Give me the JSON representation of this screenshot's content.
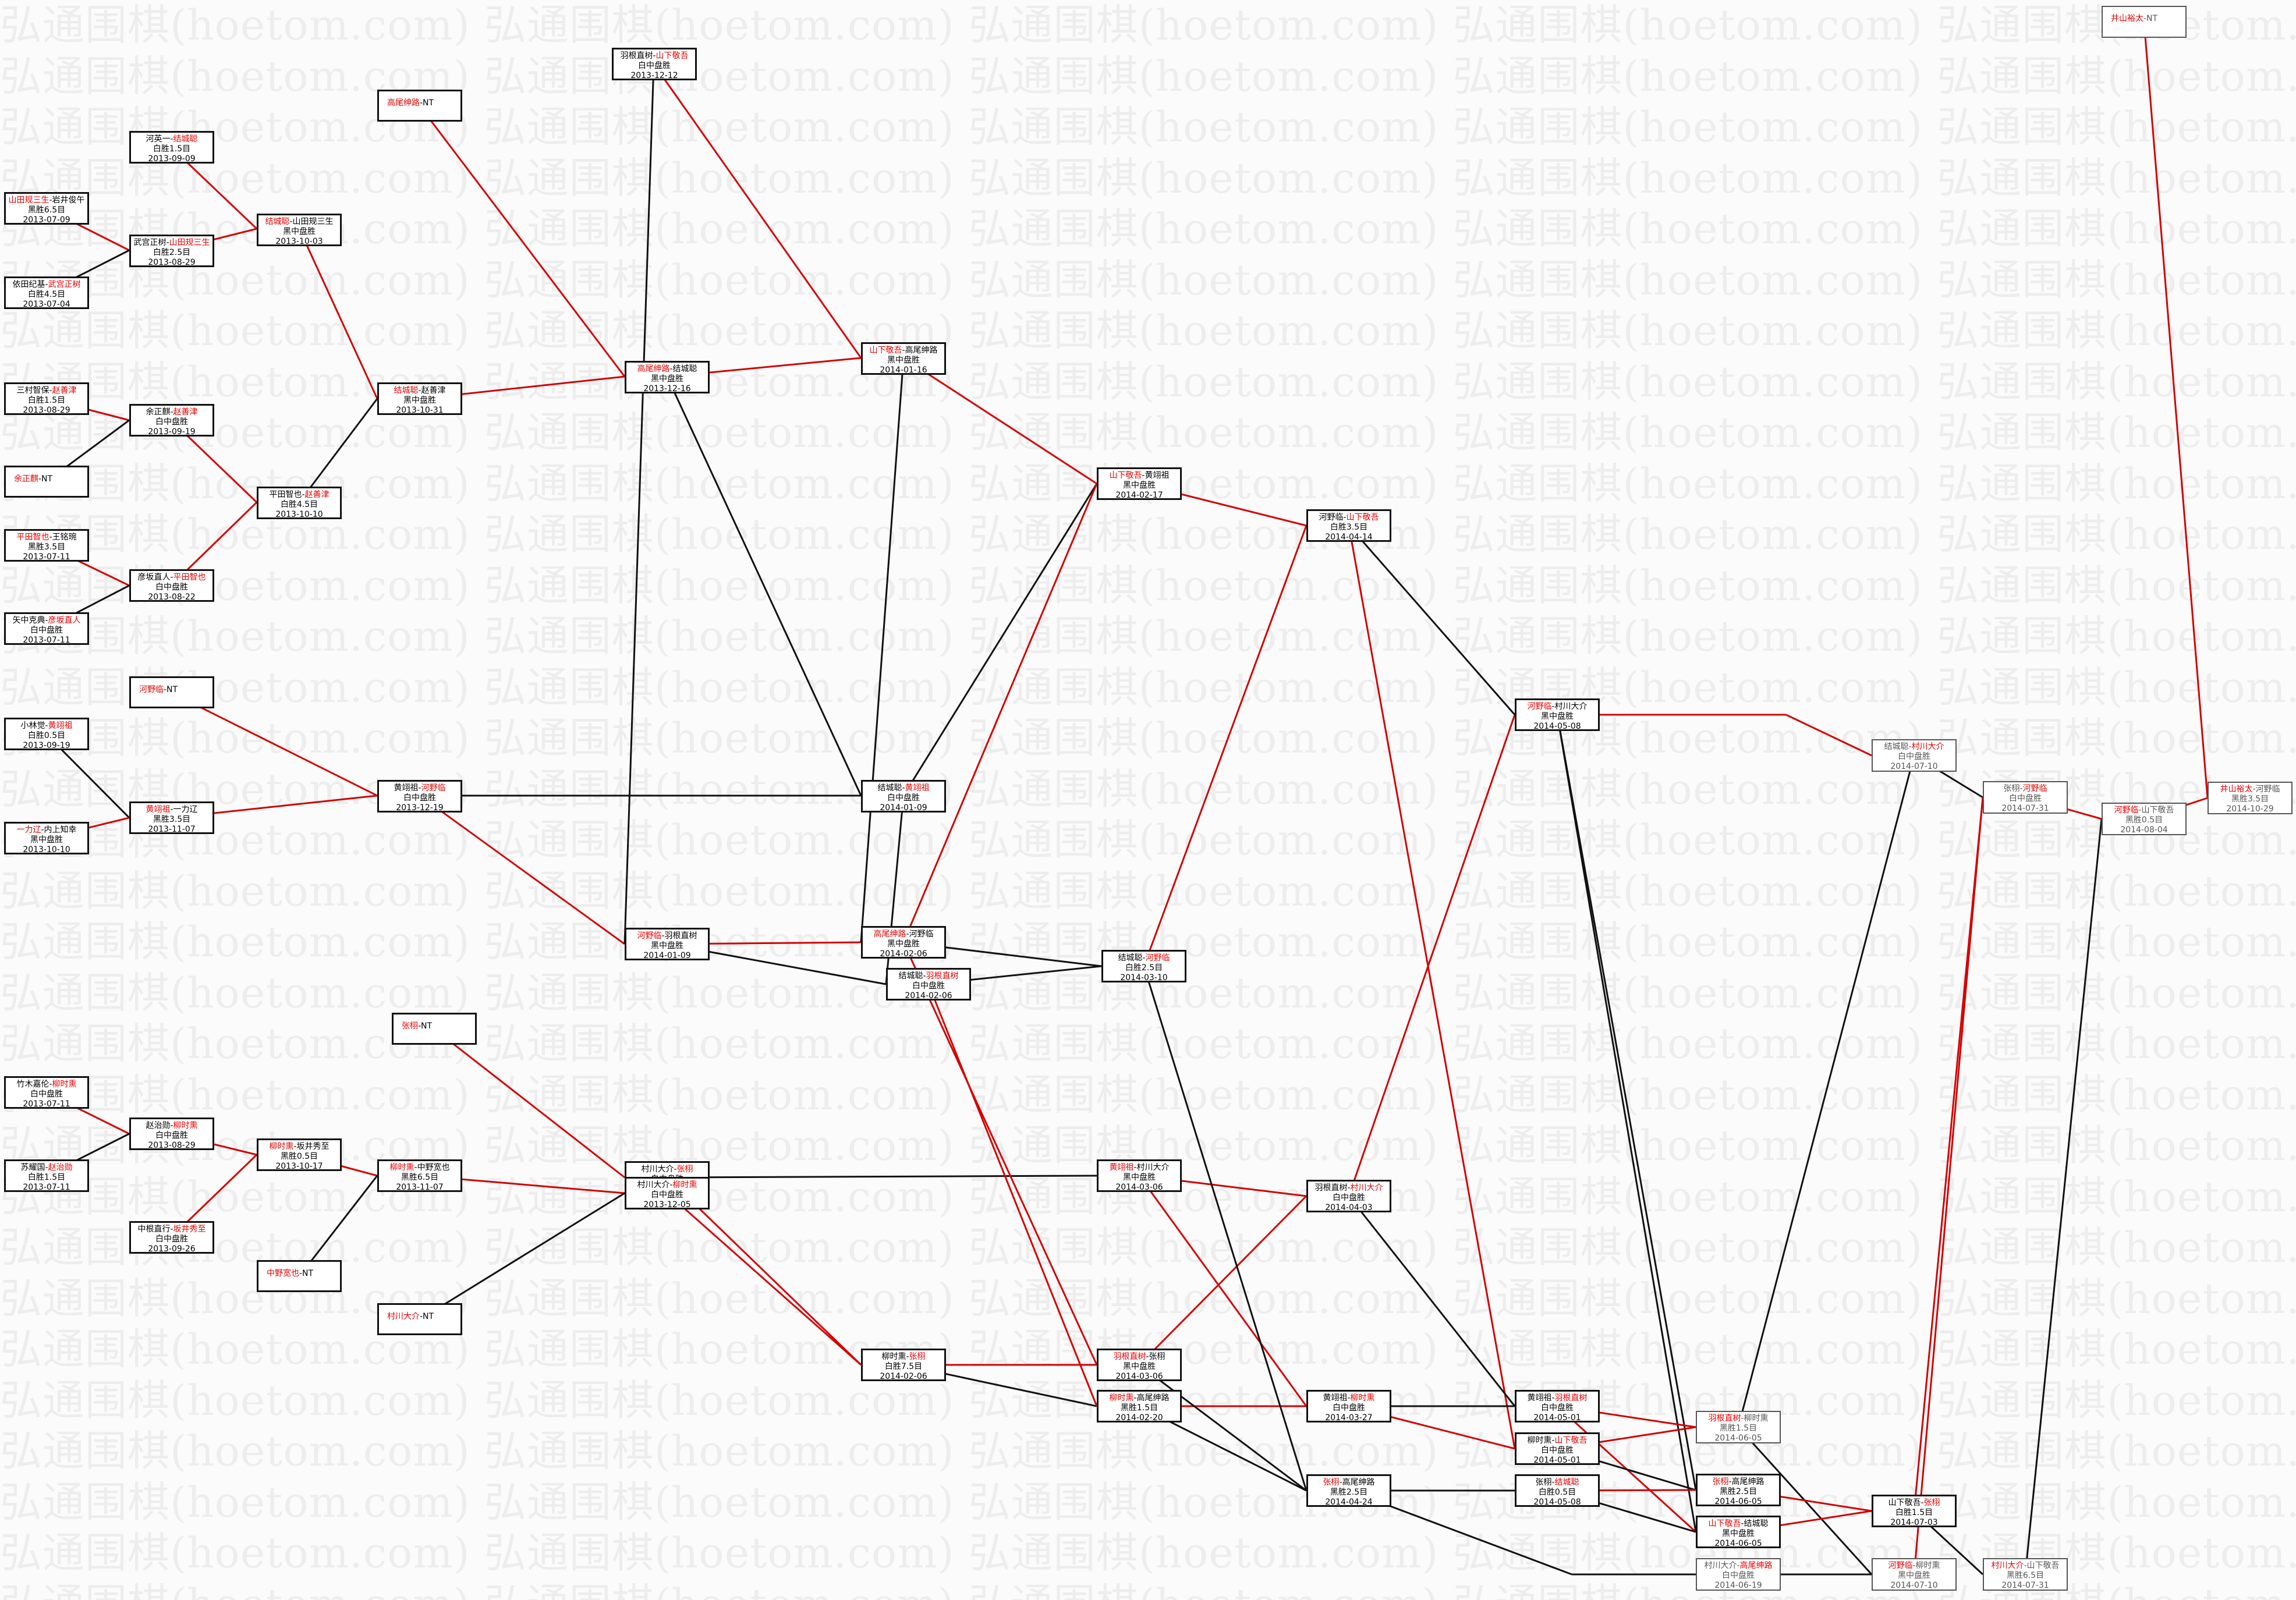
{
  "watermark": "弘通围棋(hoetom.com)",
  "colors": {
    "winner_text": "#e60000",
    "winner_line": "#d40000",
    "loser_line": "#111111",
    "box_border": "#111111",
    "late_box_border": "#555555"
  },
  "matches": [
    {
      "id": "m1",
      "a": "山田规三生",
      "b": "岩井俊午",
      "win": "a",
      "result": "黑胜6.5目",
      "date": "2013-07-09"
    },
    {
      "id": "m2",
      "a": "依田纪基",
      "b": "武宫正树",
      "win": "b",
      "result": "白胜4.5目",
      "date": "2013-07-04"
    },
    {
      "id": "m3",
      "a": "河英一",
      "b": "结城聪",
      "win": "b",
      "result": "白胜1.5目",
      "date": "2013-09-09"
    },
    {
      "id": "m4",
      "a": "武宫正树",
      "b": "山田规三生",
      "win": "b",
      "result": "白胜2.5目",
      "date": "2013-08-29"
    },
    {
      "id": "m5",
      "a": "结城聪",
      "b": "山田规三生",
      "win": "a",
      "result": "黑中盘胜",
      "date": "2013-10-03"
    },
    {
      "id": "m6",
      "a": "三村智保",
      "b": "赵善津",
      "win": "b",
      "result": "白胜1.5目",
      "date": "2013-08-29"
    },
    {
      "id": "m7",
      "a": "余正麒",
      "nt": true
    },
    {
      "id": "m8",
      "a": "余正麒",
      "b": "赵善津",
      "win": "b",
      "result": "白中盘胜",
      "date": "2013-09-19"
    },
    {
      "id": "m9",
      "a": "平田智也",
      "b": "王铭琬",
      "win": "a",
      "result": "黑胜3.5目",
      "date": "2013-07-11"
    },
    {
      "id": "m10",
      "a": "矢中克典",
      "b": "彦坂直人",
      "win": "b",
      "result": "白中盘胜",
      "date": "2013-07-11"
    },
    {
      "id": "m11",
      "a": "彦坂直人",
      "b": "平田智也",
      "win": "b",
      "result": "白中盘胜",
      "date": "2013-08-22"
    },
    {
      "id": "m12",
      "a": "平田智也",
      "b": "赵善津",
      "win": "b",
      "result": "白胜4.5目",
      "date": "2013-10-10"
    },
    {
      "id": "m13",
      "a": "结城聪",
      "b": "赵善津",
      "win": "a",
      "result": "黑中盘胜",
      "date": "2013-10-31"
    },
    {
      "id": "m14",
      "a": "高尾绅路",
      "nt": true
    },
    {
      "id": "m15",
      "a": "高尾绅路",
      "b": "结城聪",
      "win": "a",
      "result": "黑中盘胜",
      "date": "2013-12-16"
    },
    {
      "id": "m16",
      "a": "羽根直树",
      "b": "山下敬吾",
      "win": "b",
      "result": "白中盘胜",
      "date": "2013-12-12"
    },
    {
      "id": "m17",
      "a": "山下敬吾",
      "b": "高尾绅路",
      "win": "a",
      "result": "黑中盘胜",
      "date": "2014-01-16"
    },
    {
      "id": "m18",
      "a": "河野临",
      "nt": true
    },
    {
      "id": "m19",
      "a": "小林觉",
      "b": "黄翊祖",
      "win": "b",
      "result": "白胜0.5目",
      "date": "2013-09-19"
    },
    {
      "id": "m20",
      "a": "一力辽",
      "b": "内上知幸",
      "win": "a",
      "result": "黑中盘胜",
      "date": "2013-10-10"
    },
    {
      "id": "m21",
      "a": "黄翊祖",
      "b": "一力辽",
      "win": "a",
      "result": "黑胜3.5目",
      "date": "2013-11-07"
    },
    {
      "id": "m22",
      "a": "黄翊祖",
      "b": "河野临",
      "win": "b",
      "result": "白中盘胜",
      "date": "2013-12-19"
    },
    {
      "id": "m23",
      "a": "河野临",
      "b": "羽根直树",
      "win": "a",
      "result": "黑中盘胜",
      "date": "2014-01-09"
    },
    {
      "id": "m24",
      "a": "结城聪",
      "b": "黄翊祖",
      "win": "b",
      "result": "白中盘胜",
      "date": "2014-01-09"
    },
    {
      "id": "m25",
      "a": "高尾绅路",
      "b": "河野临",
      "win": "a",
      "result": "黑中盘胜",
      "date": "2014-02-06"
    },
    {
      "id": "m26",
      "a": "结城聪",
      "b": "羽根直树",
      "win": "b",
      "result": "白中盘胜",
      "date": "2014-02-06"
    },
    {
      "id": "m27",
      "a": "山下敬吾",
      "b": "黄翊祖",
      "win": "a",
      "result": "黑中盘胜",
      "date": "2014-02-17"
    },
    {
      "id": "m28",
      "a": "结城聪",
      "b": "河野临",
      "win": "b",
      "result": "白胜2.5目",
      "date": "2014-03-10"
    },
    {
      "id": "m29",
      "a": "河野临",
      "b": "山下敬吾",
      "win": "b",
      "result": "白胜3.5目",
      "date": "2014-04-14"
    },
    {
      "id": "m30",
      "a": "张栩",
      "nt": true
    },
    {
      "id": "m31",
      "a": "竹木嘉伦",
      "b": "柳时熏",
      "win": "b",
      "result": "白中盘胜",
      "date": "2013-07-11"
    },
    {
      "id": "m32",
      "a": "苏耀国",
      "b": "赵治勋",
      "win": "b",
      "result": "白胜1.5目",
      "date": "2013-07-11"
    },
    {
      "id": "m33",
      "a": "赵治勋",
      "b": "柳时熏",
      "win": "b",
      "result": "白中盘胜",
      "date": "2013-08-29"
    },
    {
      "id": "m34",
      "a": "中根直行",
      "b": "坂井秀至",
      "win": "b",
      "result": "白中盘胜",
      "date": "2013-09-26"
    },
    {
      "id": "m35",
      "a": "柳时熏",
      "b": "坂井秀至",
      "win": "a",
      "result": "黑胜0.5目",
      "date": "2013-10-17"
    },
    {
      "id": "m36",
      "a": "中野宽也",
      "nt": true
    },
    {
      "id": "m37",
      "a": "柳时熏",
      "b": "中野宽也",
      "win": "a",
      "result": "黑胜6.5目",
      "date": "2013-11-07"
    },
    {
      "id": "m38",
      "a": "村川大介",
      "nt": true
    },
    {
      "id": "m39",
      "a": "村川大介",
      "b": "张栩",
      "win": "b",
      "result": "白中盘胜",
      "date": "2013-12-05"
    },
    {
      "id": "m40",
      "a": "村川大介",
      "b": "柳时熏",
      "win": "b",
      "result": "白中盘胜",
      "date": "2013-12-05"
    },
    {
      "id": "m41",
      "a": "柳时熏",
      "b": "张栩",
      "win": "b",
      "result": "白胜7.5目",
      "date": "2014-02-06"
    },
    {
      "id": "m42",
      "a": "黄翊祖",
      "b": "村川大介",
      "win": "a",
      "result": "黑中盘胜",
      "date": "2014-03-06"
    },
    {
      "id": "m43",
      "a": "羽根直树",
      "b": "张栩",
      "win": "a",
      "result": "黑中盘胜",
      "date": "2014-03-06"
    },
    {
      "id": "m44",
      "a": "柳时熏",
      "b": "高尾绅路",
      "win": "a",
      "result": "黑胜1.5目",
      "date": "2014-02-20"
    },
    {
      "id": "m45",
      "a": "羽根直树",
      "b": "村川大介",
      "win": "b",
      "result": "白中盘胜",
      "date": "2014-04-03"
    },
    {
      "id": "m46",
      "a": "黄翊祖",
      "b": "柳时熏",
      "win": "b",
      "result": "白中盘胜",
      "date": "2014-03-27"
    },
    {
      "id": "m47",
      "a": "张栩",
      "b": "高尾绅路",
      "win": "a",
      "result": "黑胜2.5目",
      "date": "2014-04-24"
    },
    {
      "id": "m48",
      "a": "河野临",
      "b": "村川大介",
      "win": "a",
      "result": "黑中盘胜",
      "date": "2014-05-08"
    },
    {
      "id": "m49",
      "a": "黄翊祖",
      "b": "羽根直树",
      "win": "b",
      "result": "白中盘胜",
      "date": "2014-05-01"
    },
    {
      "id": "m50",
      "a": "柳时熏",
      "b": "山下敬吾",
      "win": "b",
      "result": "白中盘胜",
      "date": "2014-05-01"
    },
    {
      "id": "m51",
      "a": "张栩",
      "b": "结城聪",
      "win": "b",
      "result": "白胜0.5目",
      "date": "2014-05-08"
    },
    {
      "id": "m52",
      "a": "羽根直树",
      "b": "柳时熏",
      "win": "a",
      "result": "黑胜1.5目",
      "date": "2014-06-05",
      "late": true
    },
    {
      "id": "m53",
      "a": "张栩",
      "b": "高尾绅路",
      "win": "a",
      "result": "黑胜2.5目",
      "date": "2014-06-05"
    },
    {
      "id": "m54",
      "a": "山下敬吾",
      "b": "结城聪",
      "win": "a",
      "result": "黑中盘胜",
      "date": "2014-06-05"
    },
    {
      "id": "m55",
      "a": "村川大介",
      "b": "高尾绅路",
      "win": "b",
      "result": "白中盘胜",
      "date": "2014-06-19",
      "late": true
    },
    {
      "id": "m56",
      "a": "河野临",
      "b": "柳时熏",
      "win": "a",
      "result": "黑中盘胜",
      "date": "2014-07-10",
      "late": true
    },
    {
      "id": "m57",
      "a": "山下敬吾",
      "b": "张栩",
      "win": "b",
      "result": "白胜1.5目",
      "date": "2014-07-03"
    },
    {
      "id": "m58",
      "a": "结城聪",
      "b": "村川大介",
      "win": "b",
      "result": "白中盘胜",
      "date": "2014-07-10",
      "late": true
    },
    {
      "id": "m59",
      "a": "张栩",
      "b": "河野临",
      "win": "b",
      "result": "白中盘胜",
      "date": "2014-07-31",
      "late": true
    },
    {
      "id": "m60",
      "a": "村川大介",
      "b": "山下敬吾",
      "win": "a",
      "result": "黑胜6.5目",
      "date": "2014-07-31",
      "late": true
    },
    {
      "id": "m61",
      "a": "河野临",
      "b": "山下敬吾",
      "win": "a",
      "result": "黑胜0.5目",
      "date": "2014-08-04",
      "late": true
    },
    {
      "id": "m62",
      "a": "井山裕太",
      "nt": true,
      "late": true
    },
    {
      "id": "m63",
      "a": "井山裕太",
      "b": "河野临",
      "win": "a",
      "result": "黑胜3.5目",
      "date": "2014-10-29",
      "late": true
    }
  ]
}
